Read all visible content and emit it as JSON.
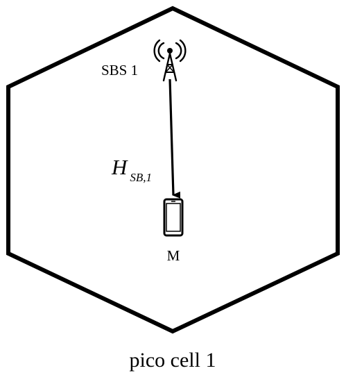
{
  "diagram": {
    "station_label": "SBS 1",
    "device_label": "M",
    "channel_label_main": "H",
    "channel_label_sub": "SB,1",
    "cell_caption": "pico cell 1",
    "colors": {
      "stroke": "#000000",
      "background": "#ffffff"
    },
    "icons": {
      "station": "cell-tower-icon",
      "device": "mobile-phone-icon",
      "link": "arrow-down"
    }
  }
}
